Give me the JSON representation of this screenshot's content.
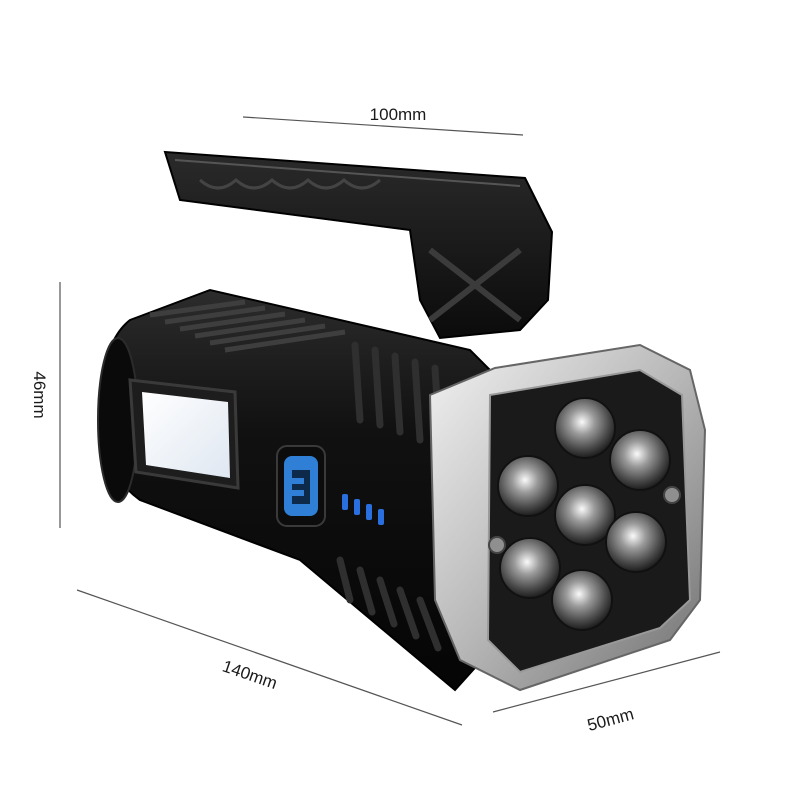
{
  "dimensions": {
    "length": "140mm",
    "handle": "100mm",
    "height": "46mm",
    "depth": "50mm"
  },
  "colors": {
    "body": "#141414",
    "body_highlight": "#3a3a3a",
    "bezel": "#c9c9c9",
    "cob_light": "#f4f7fb",
    "button": "#2f7fd6",
    "battery_led": "#2a6fe0",
    "dimension_line": "#555555"
  },
  "icons": {
    "side_button": "power-button-icon",
    "battery_indicator": "battery-level-icon"
  },
  "led_count": 7,
  "battery_bars": 4
}
